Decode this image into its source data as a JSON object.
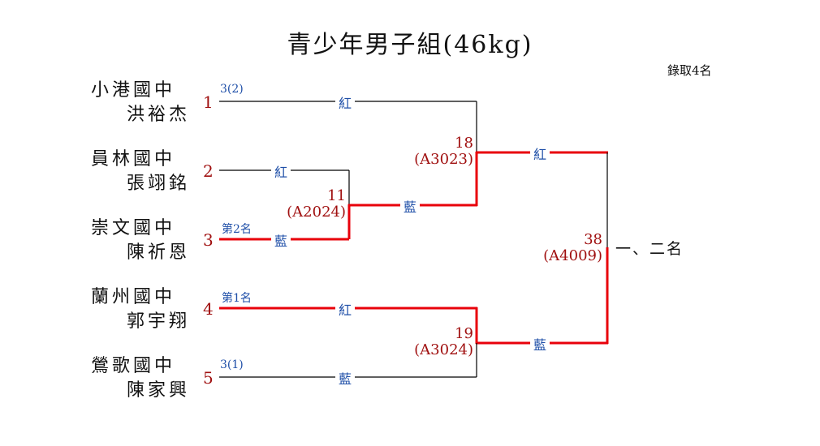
{
  "title": "青少年男子組(46kg)",
  "quota": "錄取4名",
  "colors": {
    "win_line": "#e8000b",
    "line": "#000000",
    "seed": "#a01010",
    "note": "#1f4fa8"
  },
  "entrants": [
    {
      "seed": "1",
      "school": "小港國中",
      "name": "洪裕杰",
      "note": "3(2)"
    },
    {
      "seed": "2",
      "school": "員林國中",
      "name": "張翊銘",
      "note": ""
    },
    {
      "seed": "3",
      "school": "崇文國中",
      "name": "陳祈恩",
      "note": "第2名"
    },
    {
      "seed": "4",
      "school": "蘭州國中",
      "name": "郭宇翔",
      "note": "第1名"
    },
    {
      "seed": "5",
      "school": "鶯歌國中",
      "name": "陳家興",
      "note": "3(1)"
    }
  ],
  "matches": [
    {
      "number": "11",
      "code": "(A2024)",
      "red": "紅",
      "blue": "藍"
    },
    {
      "number": "18",
      "code": "(A3023)",
      "red": "紅",
      "blue": "藍"
    },
    {
      "number": "19",
      "code": "(A3024)",
      "red": "紅",
      "blue": "藍"
    },
    {
      "number": "38",
      "code": "(A4009)",
      "red": "紅",
      "blue": "藍"
    }
  ],
  "final_label": "一、二名"
}
